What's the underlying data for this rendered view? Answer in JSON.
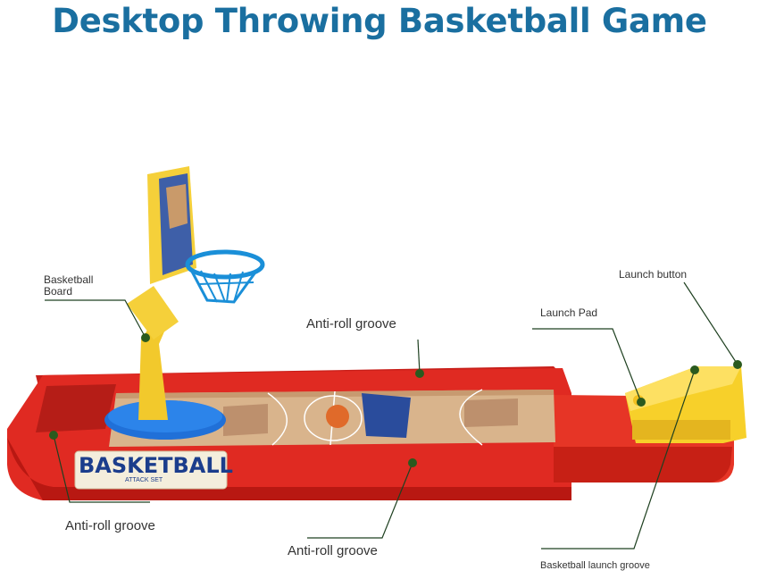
{
  "title": "Desktop Throwing Basketball Game",
  "labels": {
    "basketball_board_1": "Basketball",
    "basketball_board_2": "Board",
    "anti_roll_top": "Anti-roll groove",
    "launch_pad": "Launch Pad",
    "launch_button": "Launch button",
    "anti_roll_left": "Anti-roll groove",
    "anti_roll_bottom": "Anti-roll groove",
    "launch_groove": "Basketball launch groove"
  },
  "product": {
    "brand": "BASKETBALL",
    "sub": "ATTACK SET"
  },
  "colors": {
    "title": "#1a6fa0",
    "tray": "#e02a22",
    "backboard": "#f5d03a",
    "hoop": "#1a8fd8",
    "court": "#d9b48c",
    "launcher": "#f7d02a"
  }
}
